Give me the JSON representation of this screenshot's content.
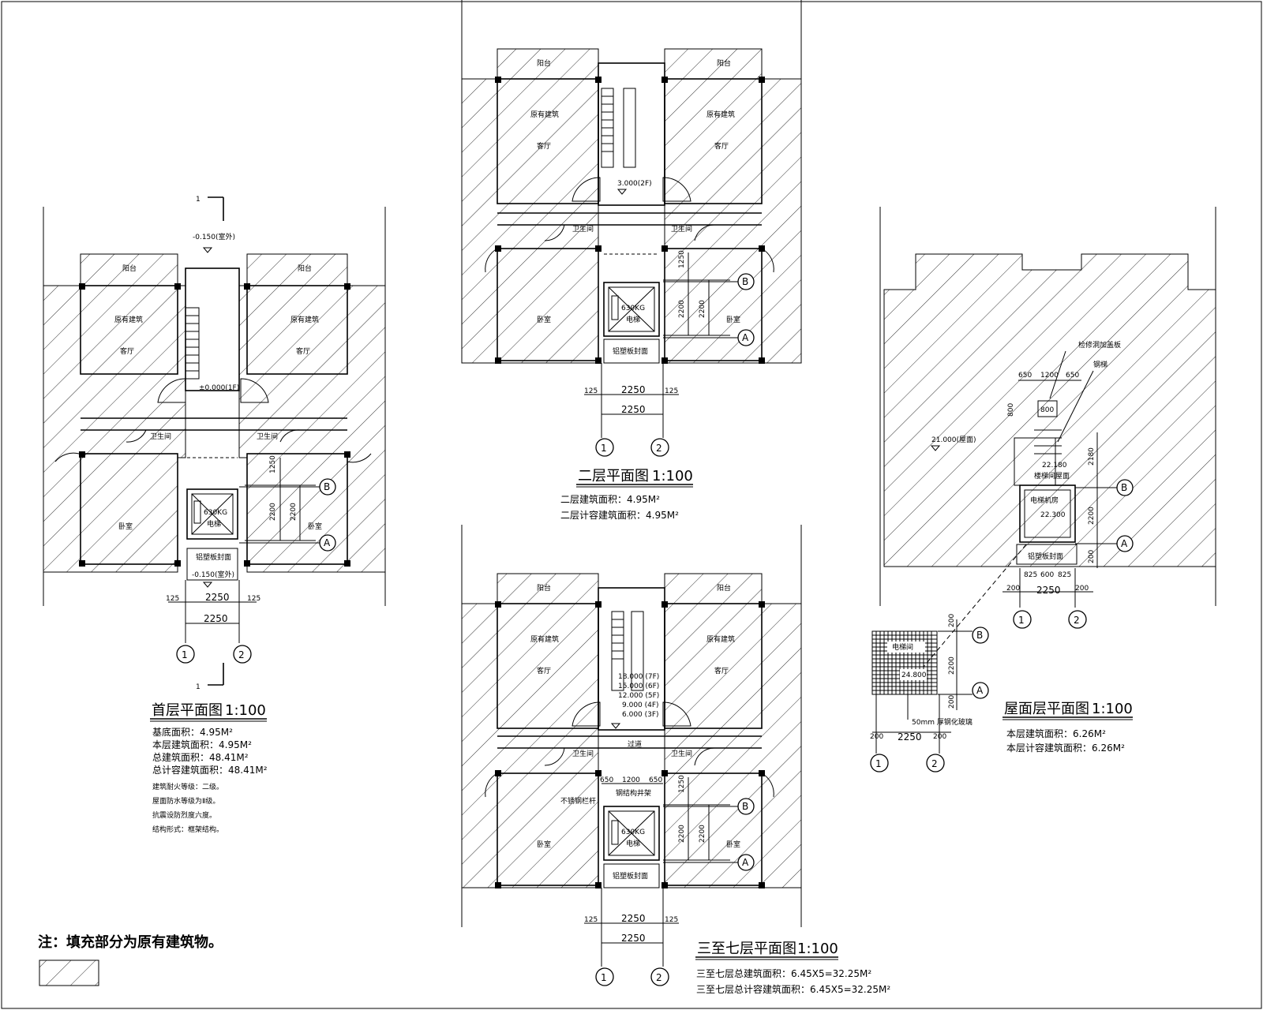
{
  "note": {
    "text": "注：填充部分为原有建筑物。"
  },
  "labels": {
    "balcony": "阳台",
    "existing": "原有建筑",
    "living": "客厅",
    "toilet": "卫生间",
    "bedroom": "卧室",
    "elevator_load": "630KG",
    "elevator": "电梯",
    "canopy": "铝塑板封面",
    "corridor": "过道",
    "railing": "不锈钢栏杆",
    "shaft": "钢结构井架"
  },
  "dims": {
    "d2250": "2250",
    "d125": "125",
    "d1250": "1250",
    "d2200": "2200",
    "d650": "650",
    "d1200": "1200",
    "d800": "800",
    "d200": "200",
    "d2180": "2180",
    "d825": "825",
    "d600": "600"
  },
  "axes": {
    "a1": "1",
    "a2": "2",
    "aA": "A",
    "aB": "B"
  },
  "section_mark": "1",
  "ground": {
    "elev_top": "-0.150(室外)",
    "elev_stair": "±0.000(1F)",
    "elev_entry": "-0.150(室外)",
    "title": "首层平面图",
    "scale": "1:100",
    "info": [
      "基底面积：4.95M²",
      "本层建筑面积：4.95M²",
      "总建筑面积：48.41M²",
      "总计容建筑面积：48.41M²",
      "建筑耐火等级：二级。",
      "屋面防水等级为Ⅱ级。",
      "抗震设防烈度六度。",
      "结构形式：框架结构。"
    ]
  },
  "second": {
    "elev": "3.000(2F)",
    "title": "二层平面图",
    "scale": "1:100",
    "info": [
      "二层建筑面积：4.95M²",
      "二层计容建筑面积：4.95M²"
    ]
  },
  "typical": {
    "elevs": [
      "18.000 (7F)",
      "15.000 (6F)",
      "12.000 (5F)",
      "9.000 (4F)",
      "6.000 (3F)"
    ],
    "title": "三至七层平面图",
    "scale": "1:100",
    "info": [
      "三至七层总建筑面积：6.45X5=32.25M²",
      "三至七层总计容建筑面积：6.45X5=32.25M²"
    ]
  },
  "roof": {
    "elev_roof": "21.000(屋面)",
    "elev_222": "22.180",
    "elev_223": "22.300",
    "elev_248": "24.800",
    "hoist_beam": "检修洞加盖板",
    "ladder": "钢梯",
    "machine_room": "电梯机房",
    "roof_label": "楼梯间屋面",
    "room_label": "电梯间",
    "skylight_note": "50mm 厚钢化玻璃",
    "hole_label": "800",
    "title": "屋面层平面图",
    "scale": "1:100",
    "info": [
      "本层建筑面积：6.26M²",
      "本层计容建筑面积：6.26M²"
    ]
  }
}
